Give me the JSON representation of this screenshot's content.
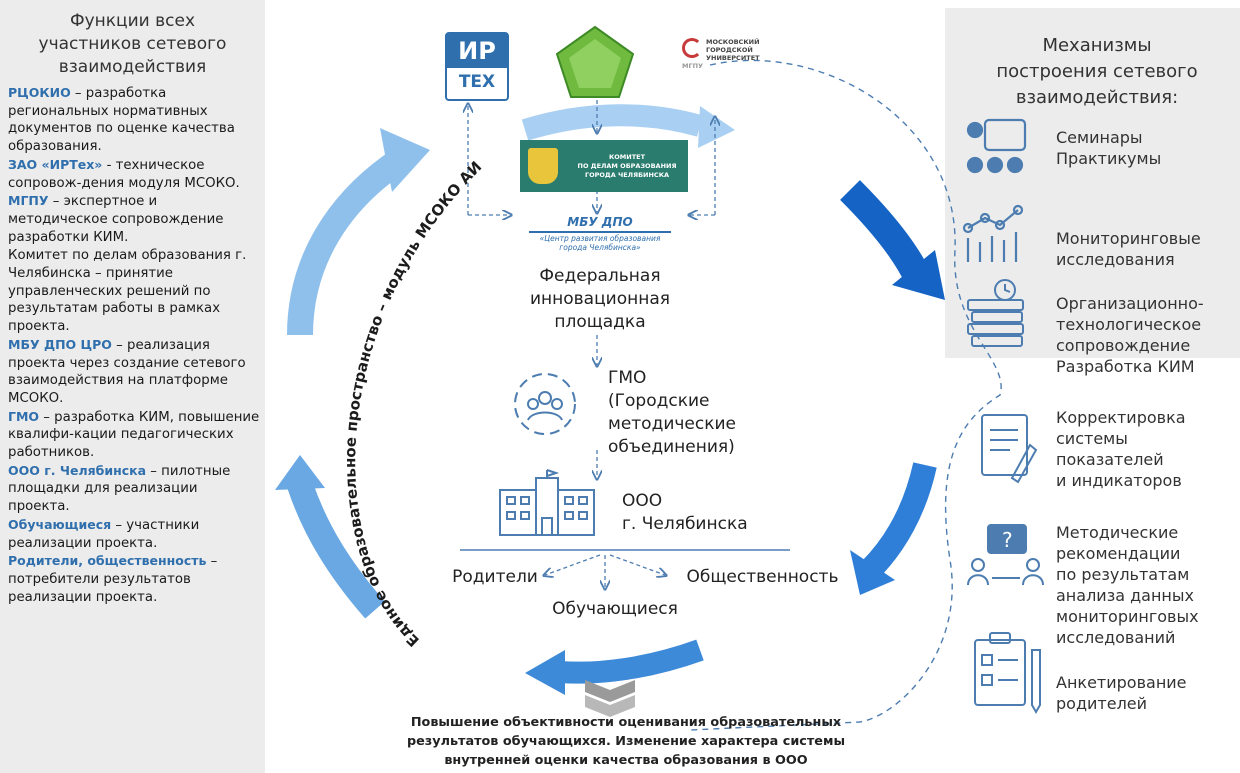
{
  "left_panel": {
    "title": [
      "Функции всех",
      "участников сетевого",
      "взаимодействия"
    ],
    "items": [
      {
        "kw": "РЦОКИО",
        "text": " – разработка региональных нормативных документов по оценке качества образования."
      },
      {
        "kw": "ЗАО «ИРТех»",
        "text": " - техническое сопровож-дения модуля МСОКО."
      },
      {
        "kw": "МГПУ",
        "text": " – экспертное и методическое сопровождение разработки КИМ."
      },
      {
        "kw": "",
        "text": "Комитет по делам образования г. Челябинска – принятие управленческих решений по результатам работы в рамках проекта."
      },
      {
        "kw": "МБУ ДПО ЦРО",
        "text": " – реализация проекта через создание сетевого взаимодействия на платформе МСОКО."
      },
      {
        "kw": "ГМО",
        "text": " – разработка КИМ, повышение квалифи-кации педагогических работников."
      },
      {
        "kw": "ООО г. Челябинска",
        "text": " – пилотные площадки для реализации проекта."
      },
      {
        "kw": "Обучающиеся",
        "text": " – участники реализации проекта."
      },
      {
        "kw": "Родители, общественность",
        "text": " – потребители результатов реализации проекта."
      }
    ]
  },
  "right_panel": {
    "title": [
      "Механизмы",
      "построения сетевого",
      "взаимодействия:"
    ]
  },
  "mechanisms": [
    {
      "icon": "seminar-icon",
      "label": [
        "Семинары",
        "Практикумы"
      ]
    },
    {
      "icon": "monitoring-chart-icon",
      "label": [
        "Мониторинговые",
        "исследования"
      ]
    },
    {
      "icon": "books-clock-icon",
      "label": [
        "Организационно-",
        "технологическое",
        "сопровождение",
        "Разработка КИМ"
      ]
    },
    {
      "icon": "document-edit-icon",
      "label": [
        "Корректировка",
        "системы",
        "показателей",
        "и индикаторов"
      ]
    },
    {
      "icon": "question-people-icon",
      "label": [
        "Методические",
        "рекомендации",
        "по результатам",
        "анализа данных",
        "мониторинговых",
        "исследований"
      ]
    },
    {
      "icon": "clipboard-survey-icon",
      "label": [
        "Анкетирование",
        "родителей"
      ]
    }
  ],
  "logos": {
    "irtech_top": "ИР",
    "irtech_bottom": "ТЕХ",
    "mgpu": [
      "МОСКОВСКИЙ",
      "ГОРОДСКОЙ",
      "УНИВЕРСИТЕТ",
      "МГПУ"
    ],
    "committee": [
      "КОМИТЕТ",
      "ПО ДЕЛАМ ОБРАЗОВАНИЯ",
      "ГОРОДА ЧЕЛЯБИНСКА"
    ],
    "mbu_title": "МБУ ДПО",
    "mbu_sub": [
      "«Центр развития образования",
      "города Челябинска»"
    ]
  },
  "center": {
    "federal": [
      "Федеральная",
      "инновационная",
      "площадка"
    ],
    "gmo": [
      "ГМО",
      "(Городские",
      "методические",
      "объединения)"
    ],
    "ooo": [
      "ООО",
      "г. Челябинска"
    ],
    "parents": "Родители",
    "public": "Общественность",
    "students": "Обучающиеся"
  },
  "arc_label": "Единое образовательное пространство – модуль МСОКО АИС СГО",
  "bottom_text": [
    "Повышение объективности оценивания образовательных",
    "результатов обучающихся. Изменение характера системы",
    "внутренней оценки качества образования в ООО"
  ],
  "colors": {
    "accent_blue": "#2f6fad",
    "arrow_light": "#8fc0ec",
    "arrow_mid": "#3d8ad8",
    "arrow_dark": "#1563c4",
    "panel_gray": "#ececec",
    "icon_blue": "#4d7db0"
  }
}
